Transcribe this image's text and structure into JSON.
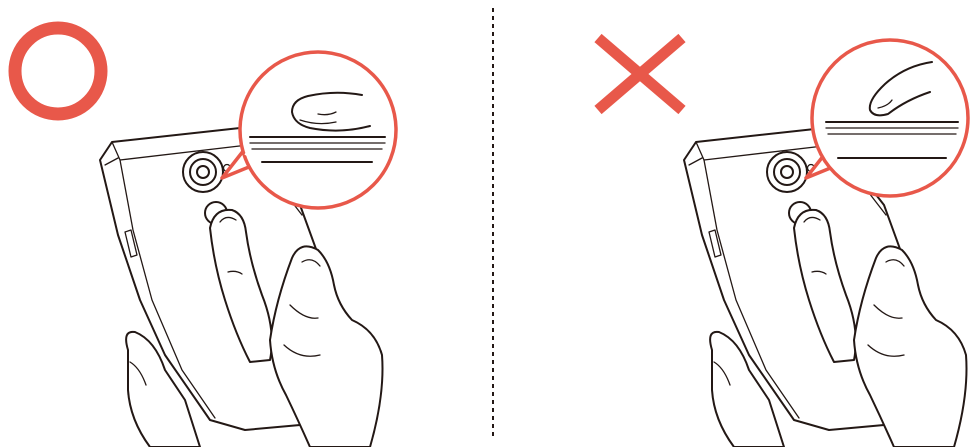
{
  "colors": {
    "accent": "#e8584a",
    "line": "#231815",
    "background": "#ffffff"
  },
  "panels": [
    {
      "id": "correct",
      "mark_icon": "circle-icon",
      "meaning": "correct"
    },
    {
      "id": "incorrect",
      "mark_icon": "cross-icon",
      "meaning": "incorrect"
    }
  ]
}
